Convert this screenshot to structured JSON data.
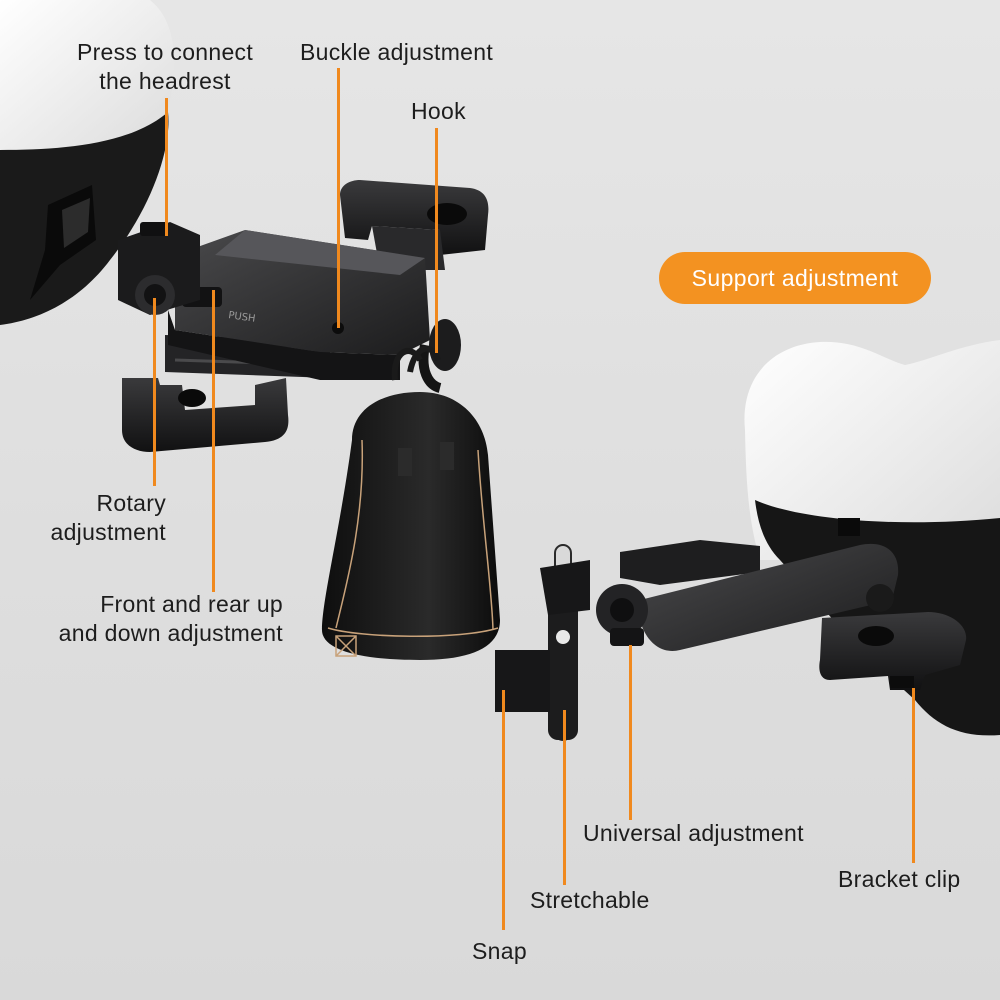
{
  "labels": {
    "press_connect_line1": "Press to connect",
    "press_connect_line2": "the headrest",
    "buckle_adjustment": "Buckle adjustment",
    "hook": "Hook",
    "support_adjustment": "Support adjustment",
    "rotary_line1": "Rotary",
    "rotary_line2": "adjustment",
    "front_rear_line1": "Front and rear up",
    "front_rear_line2": "and down adjustment",
    "universal_adjustment": "Universal adjustment",
    "stretchable": "Stretchable",
    "bracket_clip": "Bracket clip",
    "snap": "Snap"
  },
  "colors": {
    "accent": "#f39221",
    "leader": "#f0891e",
    "text": "#1d1d1d",
    "bracket": "#1f1f20",
    "headrest_white": "#f2f2f2",
    "headrest_black": "#171717"
  }
}
